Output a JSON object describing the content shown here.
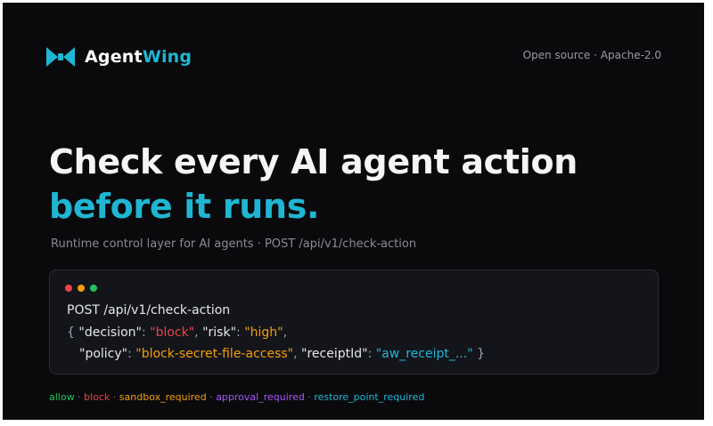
{
  "brand": {
    "name_part1": "Agent",
    "name_part2": "Wing",
    "logo_icon": "bowtie-wing-logo-icon",
    "accent_color": "#1fb6d4"
  },
  "header": {
    "license_text": "Open source · Apache-2.0"
  },
  "hero": {
    "title_line1": "Check every AI agent action",
    "title_line2": "before it runs.",
    "tagline": "Runtime control layer for AI agents · POST /api/v1/check-action"
  },
  "code_card": {
    "window_dots": [
      "#ef4444",
      "#f59e0b",
      "#22c55e"
    ],
    "request_line": "POST /api/v1/check-action",
    "response": {
      "arrow": "",
      "open_brace": "{",
      "decision_key": "\"decision\"",
      "decision_value": "\"block\"",
      "risk_key": "\"risk\"",
      "risk_value": "\"high\"",
      "policy_key": "\"policy\"",
      "policy_value": "\"block-secret-file-access\"",
      "receipt_key": "\"receiptId\"",
      "receipt_value": "\"aw_receipt_...\"",
      "close_brace": "}"
    }
  },
  "decisions": [
    {
      "label": "allow",
      "color": "#22c55e"
    },
    {
      "label": "block",
      "color": "#ef4444"
    },
    {
      "label": "sandbox_required",
      "color": "#f59e0b"
    },
    {
      "label": "approval_required",
      "color": "#a855f7"
    },
    {
      "label": "restore_point_required",
      "color": "#1fb6d4"
    }
  ],
  "decision_separator": " · "
}
